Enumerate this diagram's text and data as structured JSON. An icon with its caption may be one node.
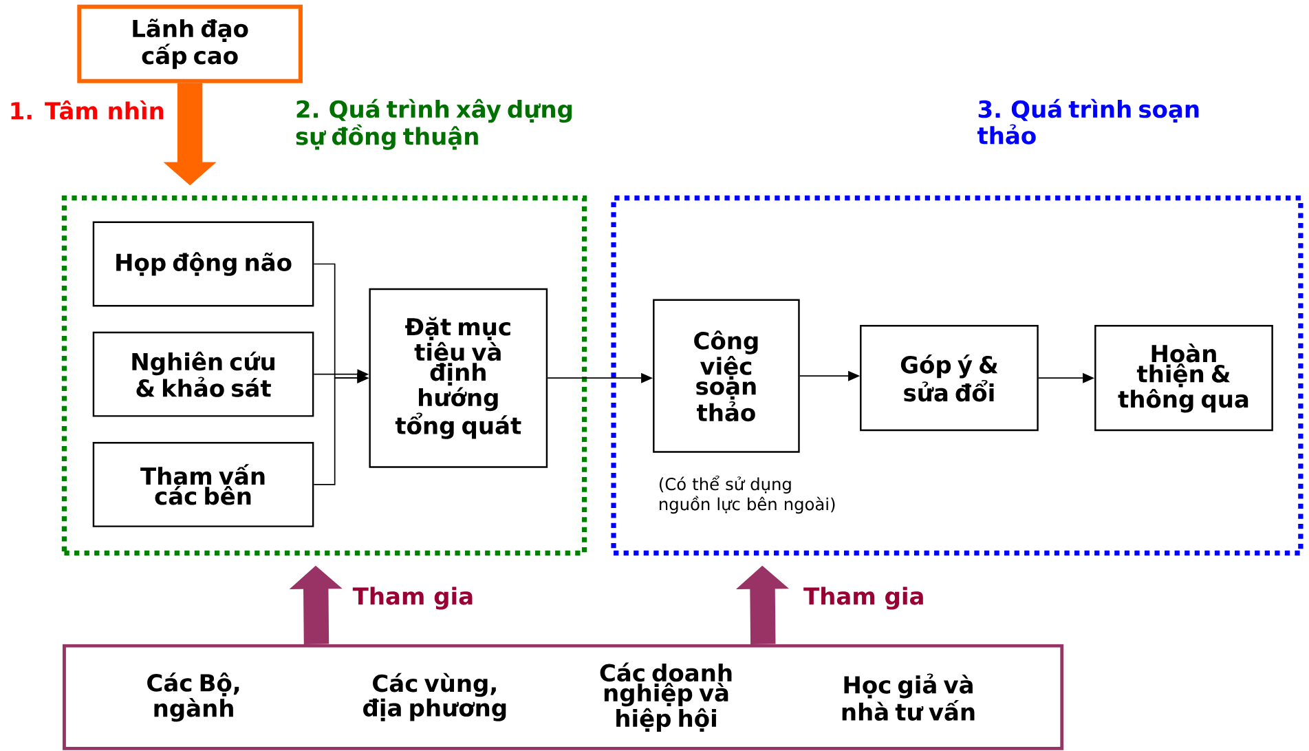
{
  "diagram": {
    "nodes": [
      {
        "text": [
          "Lãnh đạo cấp cao"
        ]
      },
      {
        "text": [
          "2. Quá trình xây dựng sự đồng thuận"
        ]
      },
      {
        "text": [
          "Họp động não"
        ],
        "in": 1
      },
      {
        "text": [
          "Nghiên cứu & khảo sát"
        ],
        "in": 1
      },
      {
        "text": [
          "Tham vấn các bên"
        ],
        "in": 1
      },
      {
        "text": [
          "Đặt mục tiêu và định hướng tổng quát"
        ],
        "in": 1
      },
      {
        "text": [
          "3. Quá trình soạn thảo"
        ]
      },
      {
        "text": [
          "Công việc soạn thảo"
        ],
        "in": 6,
        "beside": [
          "(Có thể sử dụng nguồn lực bên ngoài)"
        ]
      },
      {
        "text": [
          "Góp ý & sửa đổi"
        ],
        "in": 6
      },
      {
        "text": [
          "Hoàn thiện & thông qua"
        ],
        "in": 6
      },
      {
        "text": [
          "Các Bộ, ngành",
          "Các vùng, địa phương",
          "Các doanh nghiệp và hiệp hội",
          "Học giả và nhà tư vấn"
        ]
      }
    ],
    "edges": [
      {
        "from": 0,
        "to": 1,
        "arrow": "to",
        "style": "thick",
        "color": "#ff6600"
      },
      {
        "from": 2,
        "to": 5,
        "arrow": "to"
      },
      {
        "from": 3,
        "to": 5,
        "arrow": "to"
      },
      {
        "from": 4,
        "to": 5,
        "arrow": "to"
      },
      {
        "from": 5,
        "to": 7,
        "arrow": "to"
      },
      {
        "from": 7,
        "to": 8,
        "arrow": "to"
      },
      {
        "from": 8,
        "to": 9,
        "arrow": "to"
      },
      {
        "from": 10,
        "to": 1,
        "arrow": "to",
        "style": "thick",
        "color": "#993366",
        "label": "Tham gia"
      },
      {
        "from": 10,
        "to": 6,
        "arrow": "to",
        "style": "thick",
        "color": "#993366",
        "label": "Tham gia"
      }
    ],
    "labels": [
      "1. Tâm nhìn"
    ]
  }
}
